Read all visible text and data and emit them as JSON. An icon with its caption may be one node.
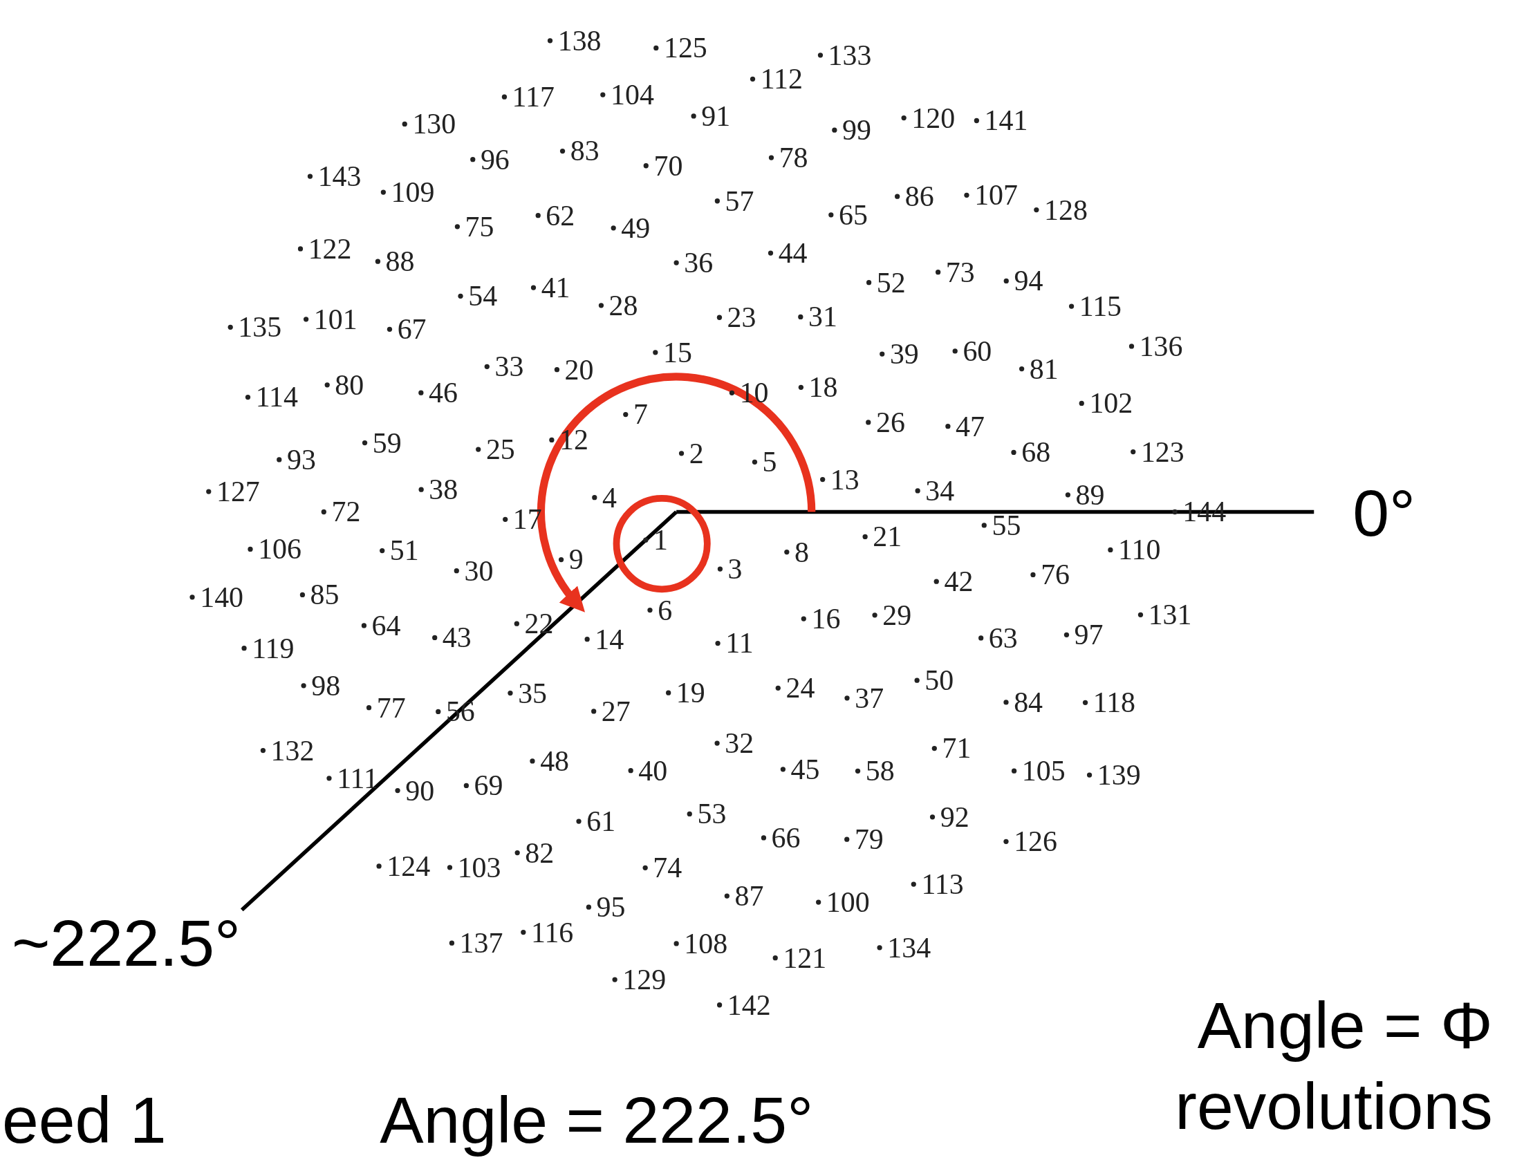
{
  "diagram": {
    "labels": [
      "1",
      "2",
      "3",
      "4",
      "5",
      "6",
      "7",
      "8",
      "9",
      "10",
      "11",
      "12",
      "13",
      "14",
      "15",
      "16",
      "17",
      "18",
      "19",
      "20",
      "21",
      "22",
      "23",
      "24",
      "25",
      "26",
      "27",
      "28",
      "29",
      "30",
      "31",
      "32",
      "33",
      "34",
      "35",
      "36",
      "37",
      "38",
      "39",
      "40",
      "41",
      "42",
      "43",
      "44",
      "45",
      "46",
      "47",
      "48",
      "49",
      "50",
      "51",
      "52",
      "53",
      "54",
      "55",
      "56",
      "57",
      "58",
      "59",
      "60",
      "61",
      "62",
      "63",
      "64",
      "65",
      "66",
      "67",
      "68",
      "69",
      "70",
      "71",
      "72",
      "73",
      "74",
      "75",
      "76",
      "77",
      "78",
      "79",
      "80",
      "81",
      "82",
      "83",
      "84",
      "85",
      "86",
      "87",
      "88",
      "89",
      "90",
      "91",
      "92",
      "93",
      "94",
      "95",
      "96",
      "97",
      "98",
      "99",
      "100",
      "101",
      "102",
      "103",
      "104",
      "105",
      "106",
      "107",
      "108",
      "109",
      "110",
      "111",
      "112",
      "113",
      "114",
      "115",
      "116",
      "117",
      "118",
      "119",
      "120",
      "121",
      "122",
      "123",
      "124",
      "125",
      "126",
      "127",
      "128",
      "129",
      "130",
      "131",
      "132",
      "133",
      "134",
      "135",
      "136",
      "137",
      "138",
      "139",
      "140",
      "141",
      "142",
      "143",
      "144",
      "0°",
      "~222.5°",
      "Angle = Φ revolutions",
      "eed 1",
      "Angle = 222.5°"
    ]
  }
}
